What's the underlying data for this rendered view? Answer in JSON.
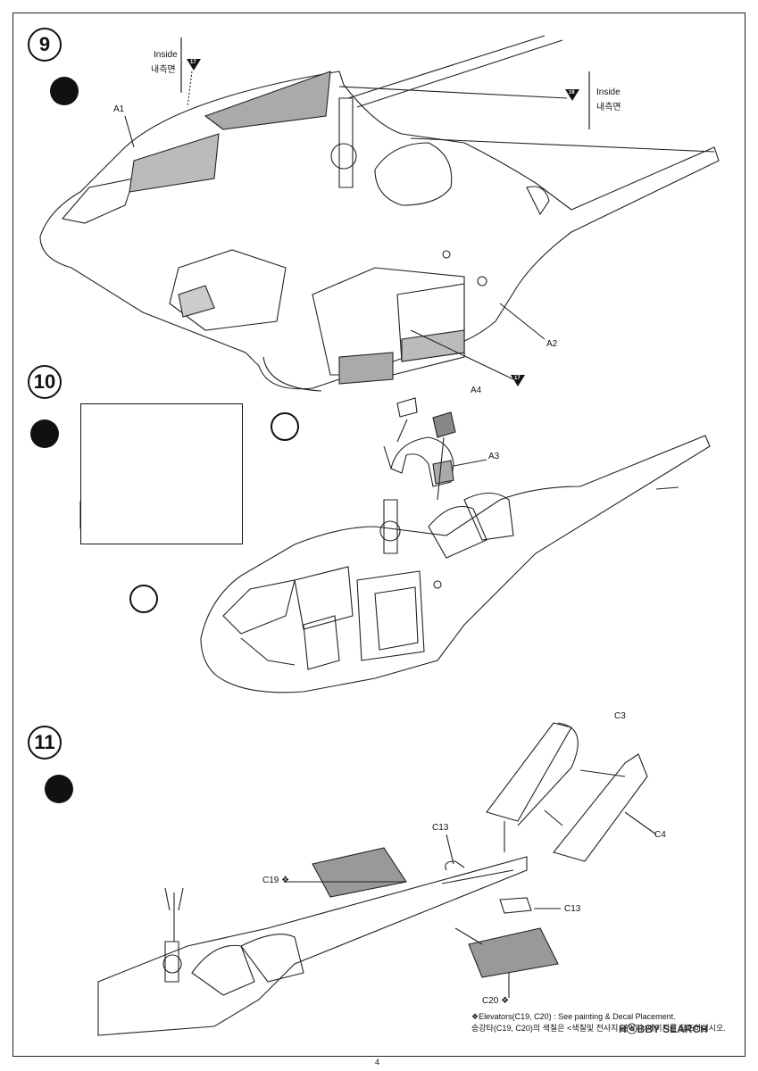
{
  "steps": [
    {
      "number": "9",
      "inside_top": {
        "en": "Inside",
        "ko": "내측면",
        "ref": "17"
      },
      "inside_right": {
        "en": "Inside",
        "ko": "내측면",
        "ref": "16"
      },
      "parts": {
        "a1": "A1",
        "a2": "A2"
      },
      "ref_bottom": "17"
    },
    {
      "number": "10",
      "parts": {
        "a4": "A4",
        "a3": "A3"
      }
    },
    {
      "number": "11",
      "parts": {
        "c3": "C3",
        "c4": "C4",
        "c13_top": "C13",
        "c13_right": "C13",
        "c19": "C19 ❖",
        "c20": "C20 ❖"
      }
    }
  ],
  "footnote": {
    "line1": "❖Elevators(C19, C20) : See painting & Decal Placement.",
    "line2": "승강타(C19, C20)의 색칠은 <색칠및 전사지 붙이기>페이지를 참조하십시오."
  },
  "watermark": "HⓞBBY SEARCH",
  "page_number": "4",
  "icons": [
    "paint-brush-icon",
    "hobby-knife-icon"
  ]
}
